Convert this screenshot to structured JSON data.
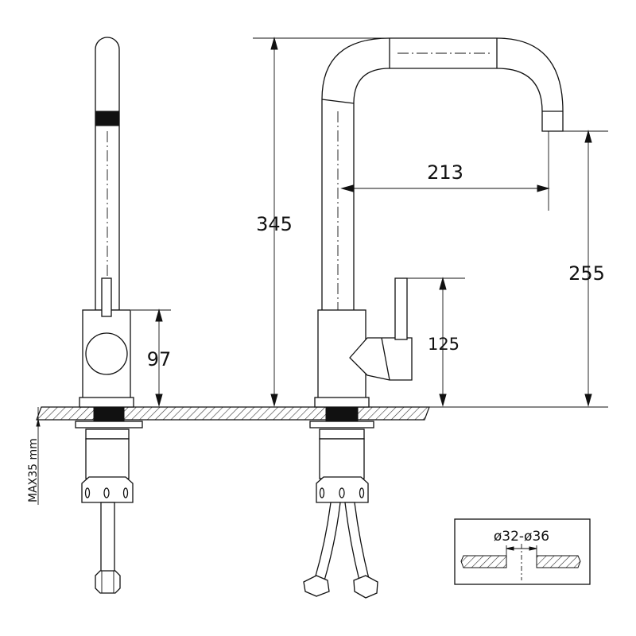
{
  "dimensions": {
    "total_height": "345",
    "spout_reach": "213",
    "spout_height": "255",
    "handle_height": "125",
    "body_height": "97",
    "max_counter_thickness": "MAX35 mm"
  },
  "inset": {
    "hole_diameter": "ø32-ø36"
  }
}
